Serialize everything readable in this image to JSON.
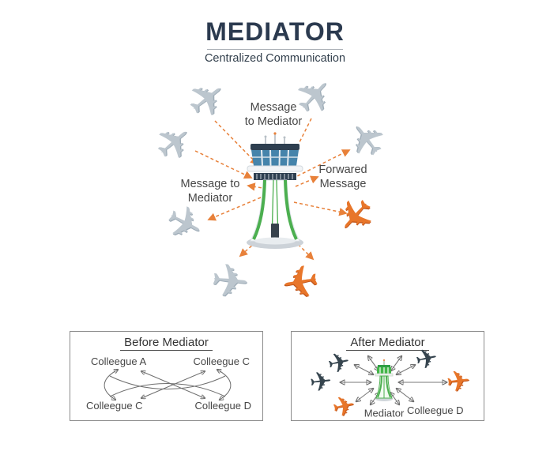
{
  "header": {
    "title": "MEDIATOR",
    "subtitle": "Centralized Communication"
  },
  "diagram": {
    "top_label": "Message\nto Mediator",
    "left_label": "Message to\nMediator",
    "right_label": "Forwared\nMessage"
  },
  "icons": {
    "airplane": "✈"
  },
  "before_panel": {
    "title": "Before Mediator",
    "colleague_top_left": "Colleegue A",
    "colleague_top_right": "Colleegue C",
    "colleague_bottom_left": "Colleegue C",
    "colleague_bottom_right": "Colleegue D"
  },
  "after_panel": {
    "title": "After Mediator",
    "mediator_label": "Mediator",
    "colleague_label": "Colleegue D"
  },
  "colors": {
    "title-navy": "#2b3a4f",
    "accent-orange": "#e8813a",
    "plane-gray": "#bcc6ce",
    "plane-dark": "#36454f",
    "plane-orange": "#e8762a",
    "tower-green": "#4caf50",
    "panel-border": "#8c8c8c",
    "arrow-gray": "#7a7a7a",
    "label-text": "#474747"
  }
}
